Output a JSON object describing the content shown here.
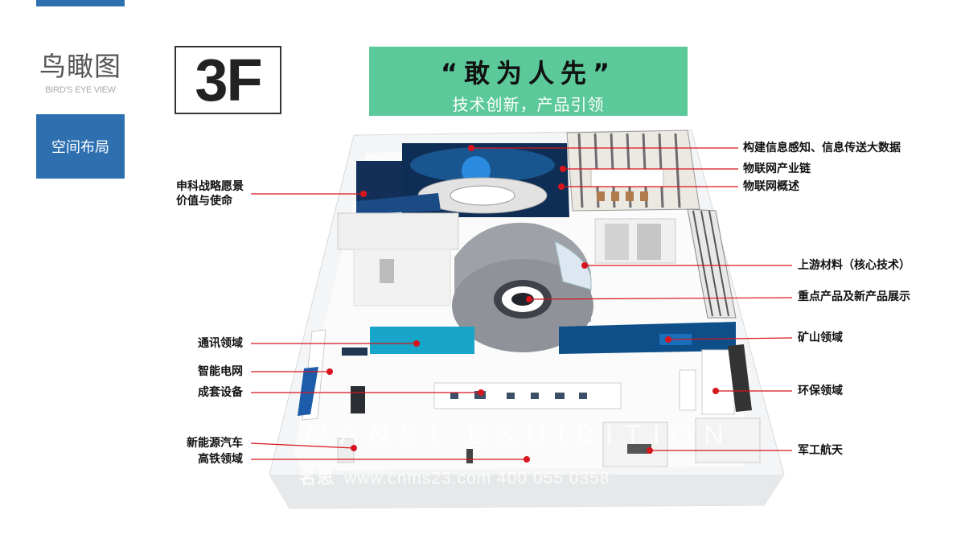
{
  "sidebar": {
    "title": "鸟瞰图",
    "subtitle": "BIRD'S EYE VIEW",
    "active_item": "空间布局"
  },
  "floor": "3F",
  "slogan": {
    "main": "“敢为人先”",
    "sub": "技术创新，产品引领"
  },
  "callouts": {
    "left": [
      "申科战略愿景",
      "价值与使命",
      "通讯领域",
      "智能电网",
      "成套设备",
      "新能源汽车",
      "高铁领域"
    ],
    "right": [
      "构建信息感知、信息传送大数据",
      "物联网产业链",
      "物联网概述",
      "上游材料（核心技术）",
      "重点产品及新产品展示",
      "矿山领域",
      "环保领域",
      "军工航天"
    ]
  },
  "watermark": {
    "brand": "MANSI EXHIBITION",
    "brand_cn": "名思",
    "url": "www.cnms23.com 400 055 0358"
  },
  "colors": {
    "nav_blue": "#2e6fb0",
    "slogan_green": "#5cc99a",
    "callout_red": "#d8141c"
  }
}
